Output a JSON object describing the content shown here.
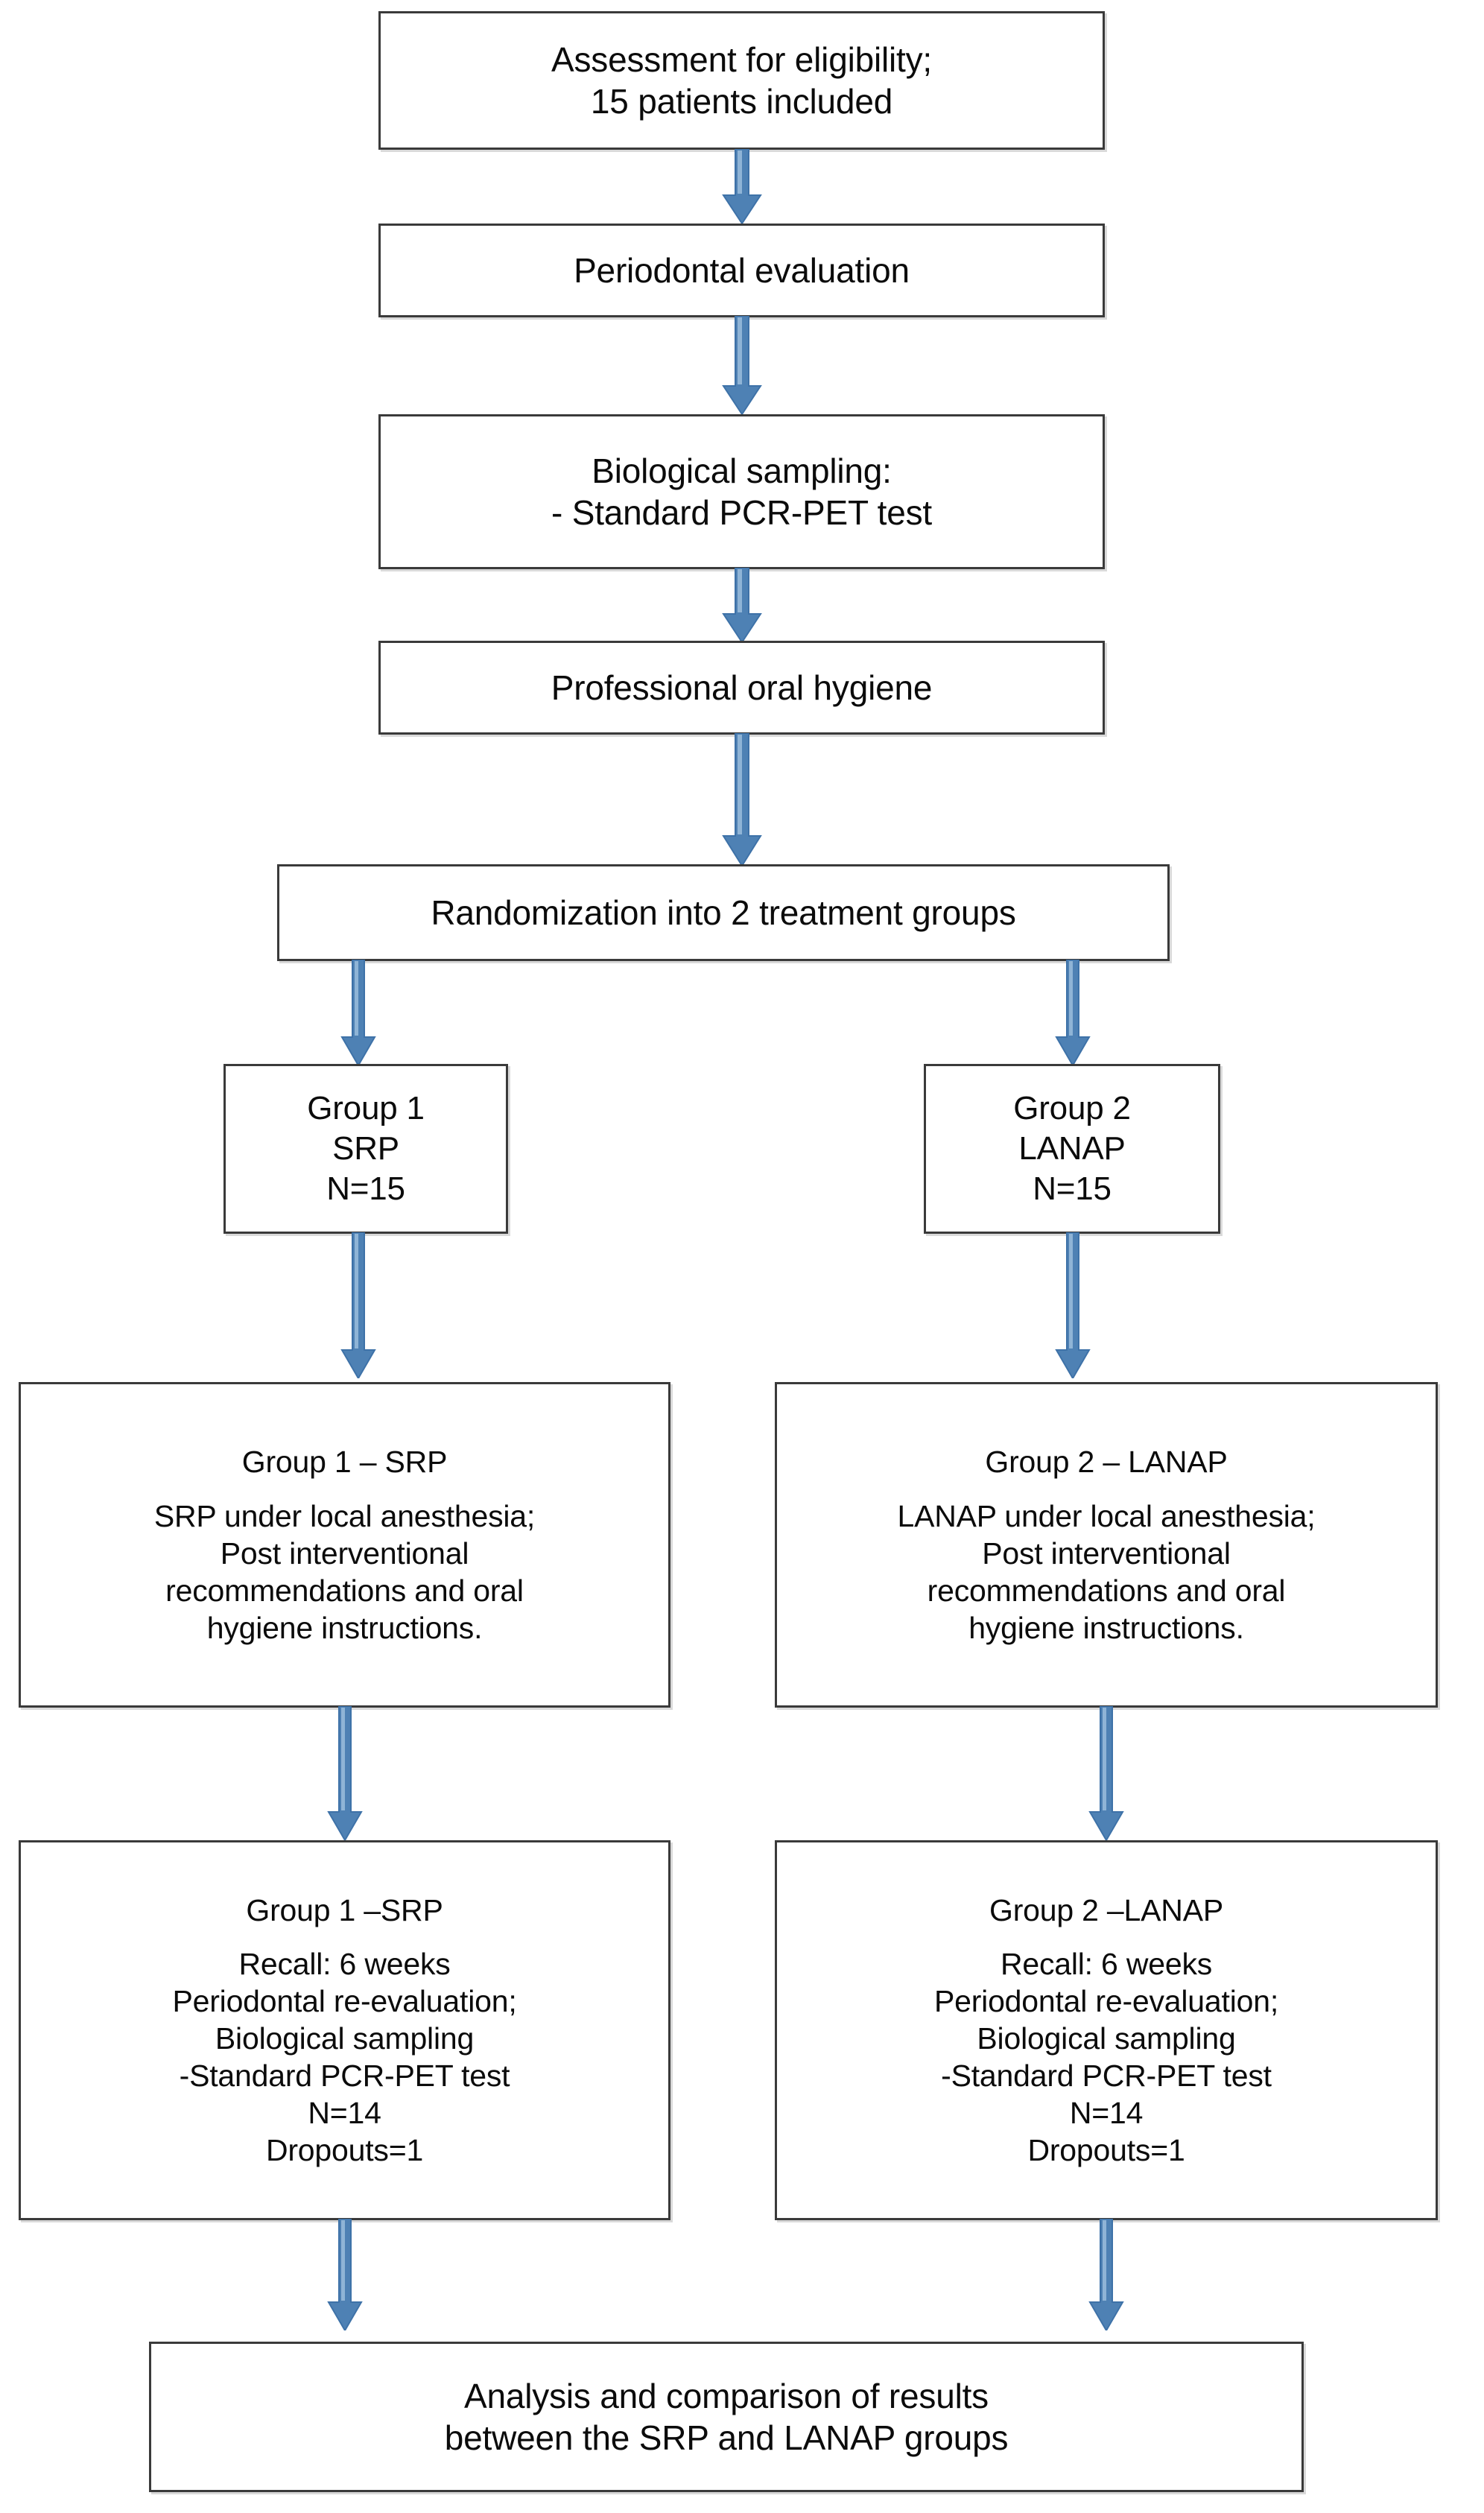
{
  "diagram": {
    "title": "CONSORT-style study flow diagram",
    "colors": {
      "arrow_fill": "#4E81B4",
      "arrow_edge": "#3E72A8",
      "arrow_highlight": "#8FB4D6",
      "box_border": "#3A3A3A",
      "box_fill": "#FFFFFF",
      "box_shadow": "#D9D9D9",
      "text": "#0B0B0B"
    },
    "nodes": {
      "assessment": {
        "name": "assessment-for-eligibility",
        "lines": [
          "Assessment for eligibility;",
          "15 patients included"
        ]
      },
      "periodontal_evaluation": {
        "name": "periodontal-evaluation",
        "lines": [
          "Periodontal evaluation"
        ]
      },
      "biological_sampling": {
        "name": "biological-sampling",
        "lines": [
          "Biological sampling:",
          "- Standard PCR-PET test"
        ]
      },
      "professional_oral_hygiene": {
        "name": "professional-oral-hygiene",
        "lines": [
          "Professional oral hygiene"
        ]
      },
      "randomization": {
        "name": "randomization",
        "lines": [
          "Randomization into 2 treatment groups"
        ]
      },
      "group1_small": {
        "name": "group-1-srp-allocation",
        "lines": [
          "Group 1",
          "SRP",
          "N=15"
        ]
      },
      "group2_small": {
        "name": "group-2-lanap-allocation",
        "lines": [
          "Group 2",
          "LANAP",
          "N=15"
        ]
      },
      "group1_detail": {
        "name": "group-1-srp-intervention",
        "header": "Group 1 – SRP",
        "lines": [
          "SRP under local anesthesia;",
          "Post interventional",
          "recommendations and oral",
          "hygiene instructions."
        ]
      },
      "group2_detail": {
        "name": "group-2-lanap-intervention",
        "header": "Group 2 – LANAP",
        "lines": [
          "LANAP under local anesthesia;",
          "Post interventional",
          "recommendations and oral",
          "hygiene instructions."
        ]
      },
      "group1_recall": {
        "name": "group-1-srp-followup",
        "header": "Group 1 –SRP",
        "lines": [
          "Recall: 6 weeks",
          "Periodontal re-evaluation;",
          "Biological sampling",
          "-Standard PCR-PET test",
          "N=14",
          "Dropouts=1"
        ]
      },
      "group2_recall": {
        "name": "group-2-lanap-followup",
        "header": "Group 2 –LANAP",
        "lines": [
          "Recall: 6 weeks",
          "Periodontal re-evaluation;",
          "Biological sampling",
          "-Standard PCR-PET test",
          "N=14",
          "Dropouts=1"
        ]
      },
      "final": {
        "name": "analysis-and-comparison",
        "lines": [
          "Analysis and comparison of results",
          "between the SRP and LANAP groups"
        ]
      }
    },
    "connectors": [
      {
        "name": "arrow-assessment-to-periodontal-evaluation",
        "direction": "down"
      },
      {
        "name": "arrow-periodontal-evaluation-to-biological-sampling",
        "direction": "down"
      },
      {
        "name": "arrow-biological-sampling-to-professional-oral-hygiene",
        "direction": "down"
      },
      {
        "name": "arrow-professional-oral-hygiene-to-randomization",
        "direction": "down"
      },
      {
        "name": "arrow-randomization-to-group-1",
        "direction": "down"
      },
      {
        "name": "arrow-randomization-to-group-2",
        "direction": "down"
      },
      {
        "name": "arrow-group-1-allocation-to-intervention",
        "direction": "down"
      },
      {
        "name": "arrow-group-2-allocation-to-intervention",
        "direction": "down"
      },
      {
        "name": "arrow-group-1-intervention-to-followup",
        "direction": "down"
      },
      {
        "name": "arrow-group-2-intervention-to-followup",
        "direction": "down"
      },
      {
        "name": "arrow-group-1-followup-to-analysis",
        "direction": "down"
      },
      {
        "name": "arrow-group-2-followup-to-analysis",
        "direction": "down"
      }
    ]
  }
}
